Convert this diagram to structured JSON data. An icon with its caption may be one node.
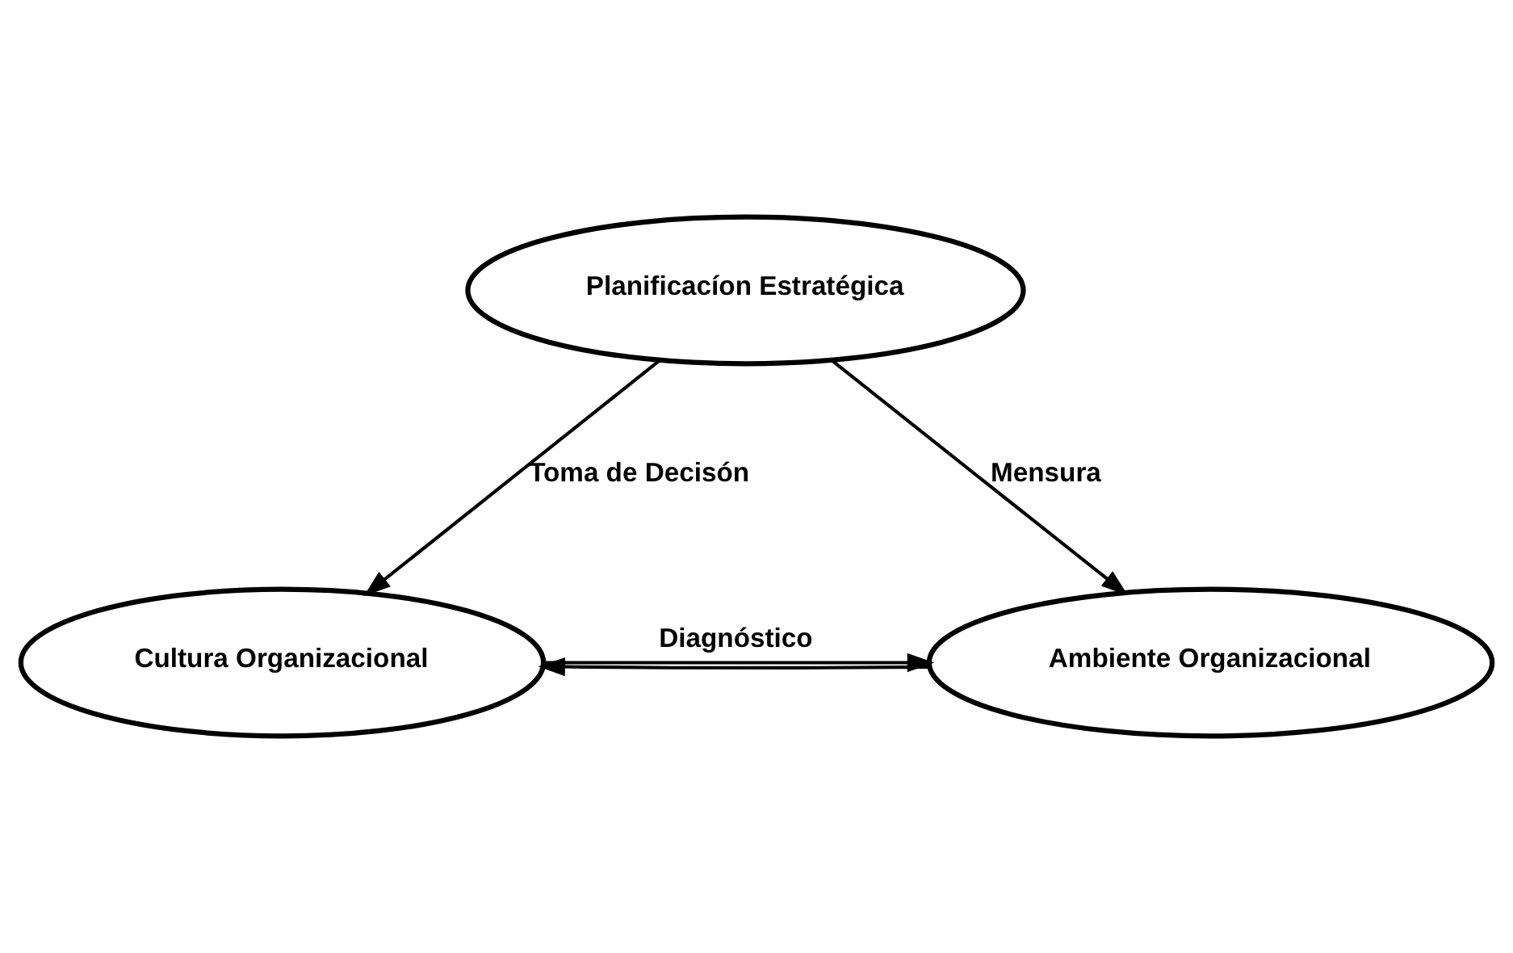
{
  "diagram": {
    "nodes": [
      {
        "text": [
          "Planificacíon Estratégica"
        ]
      },
      {
        "text": [
          "Cultura Organizacional"
        ]
      },
      {
        "text": [
          "Ambiente Organizacional"
        ]
      }
    ],
    "edges": [
      {
        "from": 0,
        "to": 1,
        "arrow": "to",
        "label": "Toma de Decisón"
      },
      {
        "from": 0,
        "to": 2,
        "arrow": "to",
        "label": "Mensura"
      },
      {
        "from": 1,
        "to": 2,
        "arrow": "to",
        "label": "Diagnóstico"
      },
      {
        "from": 2,
        "to": 1,
        "arrow": "to"
      }
    ]
  }
}
